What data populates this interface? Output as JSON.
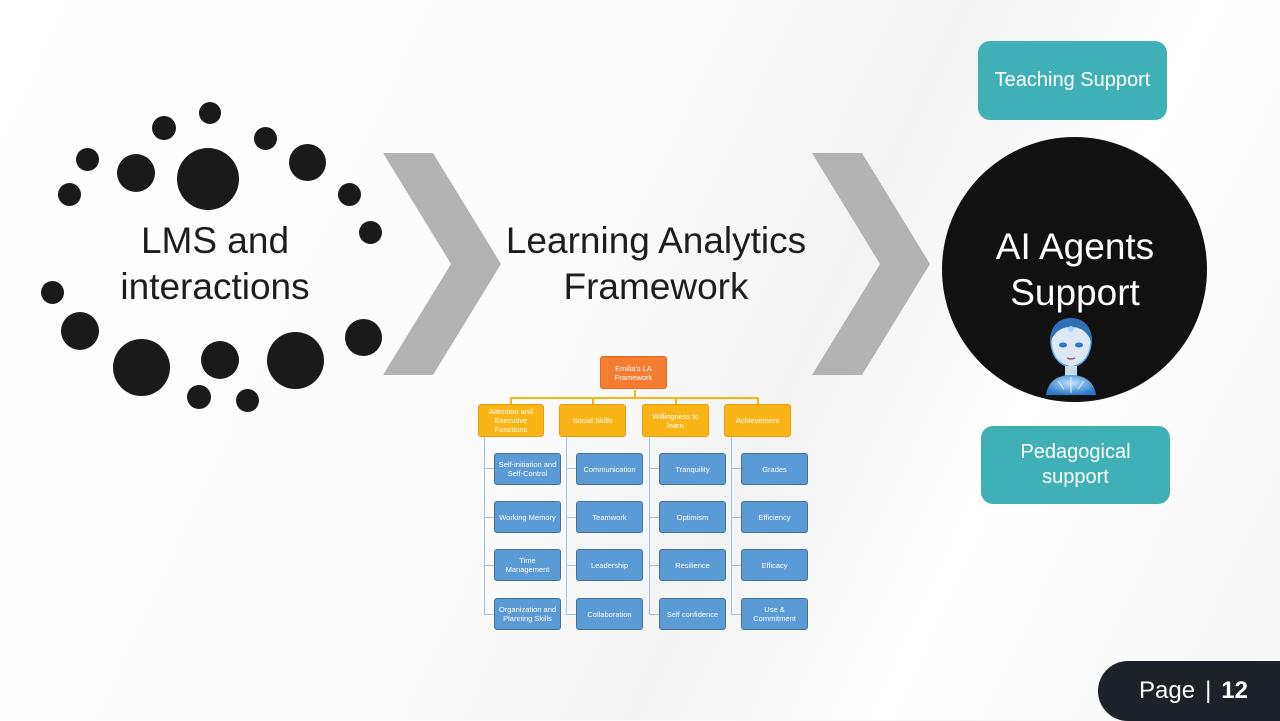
{
  "left": {
    "label_line1": "LMS and",
    "label_line2": "interactions"
  },
  "middle": {
    "label_line1": "Learning Analytics",
    "label_line2": "Framework"
  },
  "framework": {
    "root": "Emilia's LA Framework",
    "categories": [
      {
        "title": "Attention and Executive Functions",
        "items": [
          "Self-initiation and Self-Control",
          "Working Memory",
          "Time Management",
          "Organization and Planning Skills"
        ]
      },
      {
        "title": "Social Skills",
        "items": [
          "Communication",
          "Teamwork",
          "Leadership",
          "Collaboration"
        ]
      },
      {
        "title": "Willingness to learn",
        "items": [
          "Tranquility",
          "Optimism",
          "Resilience",
          "Self confidence"
        ]
      },
      {
        "title": "Achievement",
        "items": [
          "Grades",
          "Efficiency",
          "Efficacy",
          "Use & Commitment"
        ]
      }
    ]
  },
  "right": {
    "teaching_support": "Teaching Support",
    "ai_line1": "AI Agents",
    "ai_line2": "Support",
    "pedagogical_line1": "Pedagogical",
    "pedagogical_line2": "support"
  },
  "footer": {
    "page_label": "Page",
    "separator": "|",
    "page_number": "12"
  },
  "colors": {
    "teal": "#3fb0b5",
    "orange": "#f47d32",
    "yellow": "#fbb416",
    "blue": "#5b9bd5",
    "chevron": "#b3b3b3"
  }
}
